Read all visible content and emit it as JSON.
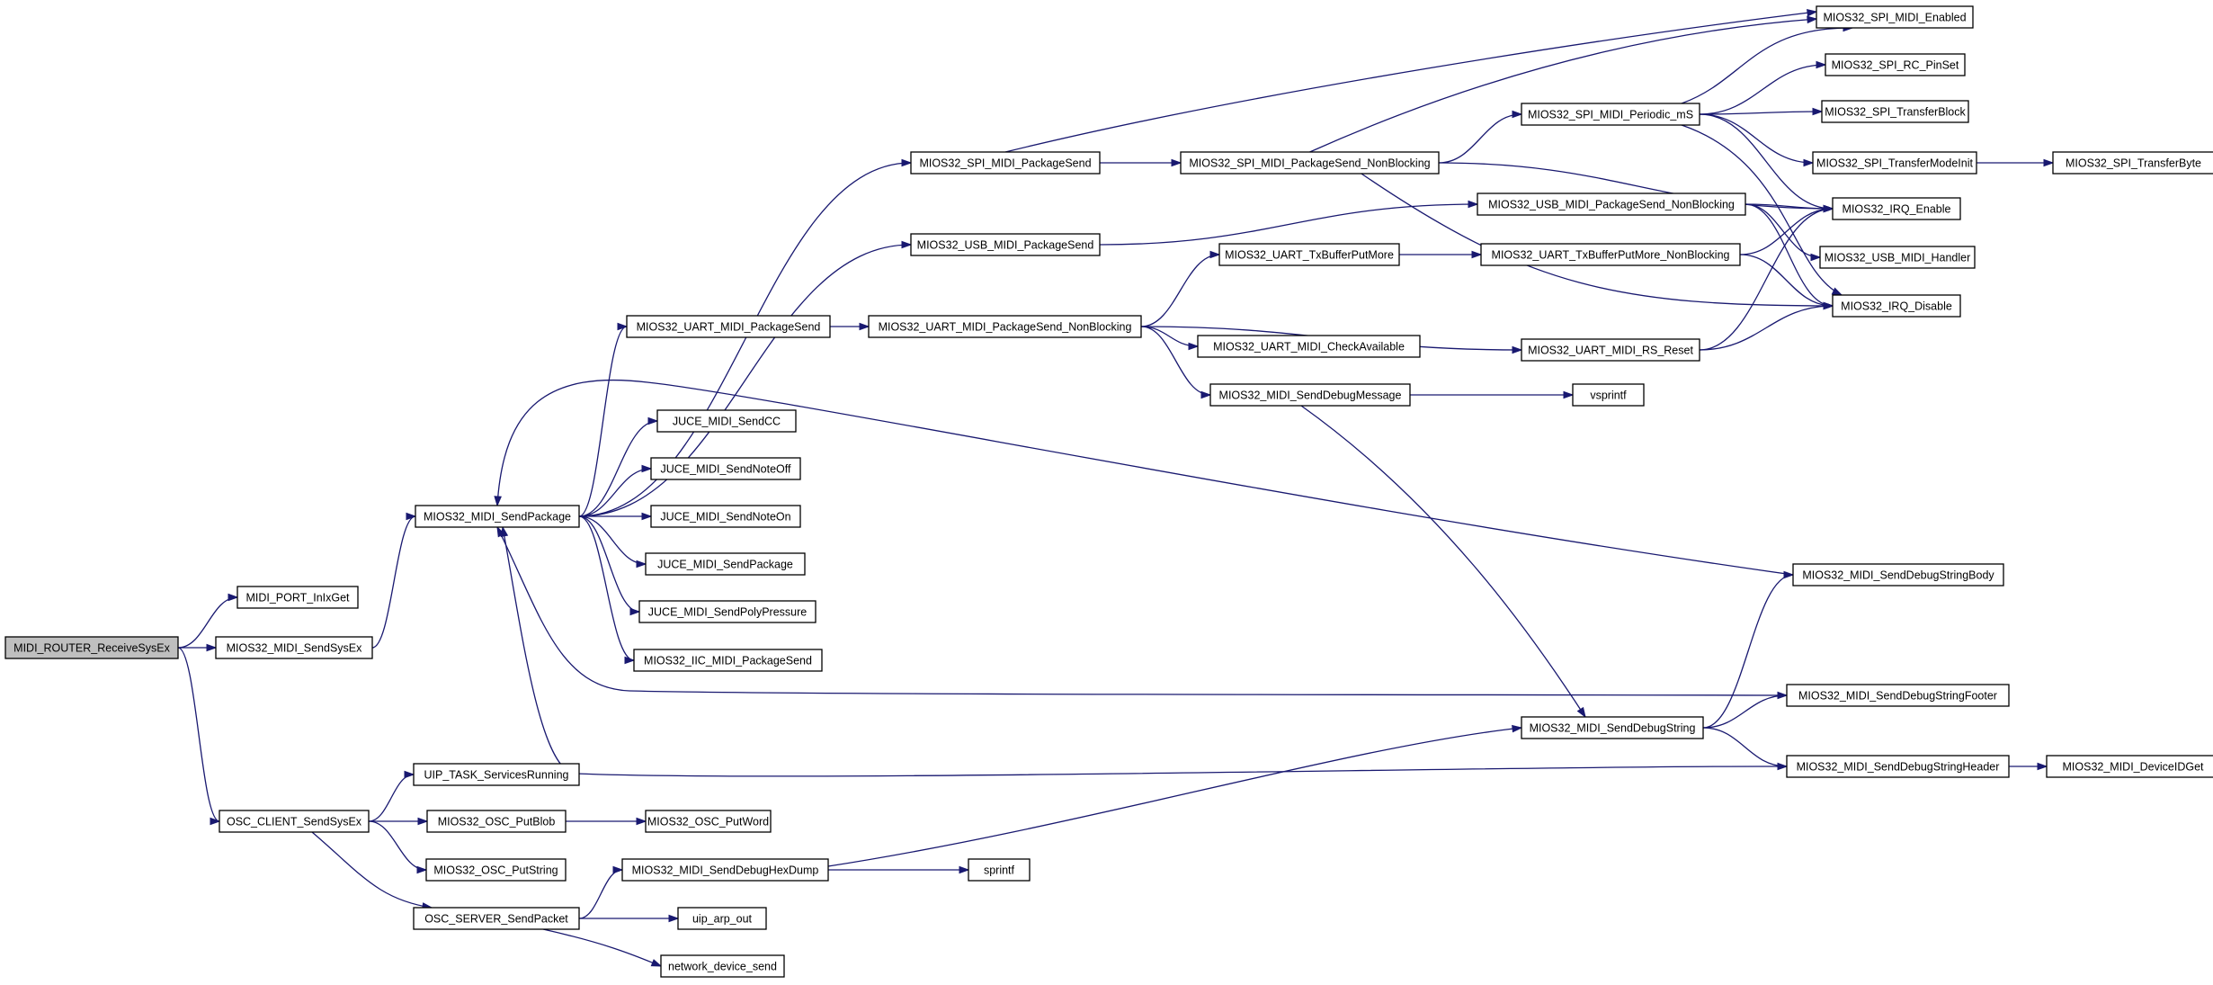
{
  "diagram": {
    "type": "call-graph",
    "colors": {
      "edge": "#191970",
      "root_fill": "#bfbfbf",
      "node_fill": "#ffffff",
      "node_stroke": "#000000"
    },
    "nodes": [
      {
        "id": "root",
        "label": "MIDI_ROUTER_ReceiveSysEx",
        "root": true
      },
      {
        "id": "portinx",
        "label": "MIDI_PORT_InIxGet"
      },
      {
        "id": "sendsysex",
        "label": "MIOS32_MIDI_SendSysEx"
      },
      {
        "id": "oscclient",
        "label": "OSC_CLIENT_SendSysEx"
      },
      {
        "id": "sendpackage",
        "label": "MIOS32_MIDI_SendPackage"
      },
      {
        "id": "spipkg",
        "label": "MIOS32_SPI_MIDI_PackageSend"
      },
      {
        "id": "usbpkg",
        "label": "MIOS32_USB_MIDI_PackageSend"
      },
      {
        "id": "uartpkg",
        "label": "MIOS32_UART_MIDI_PackageSend"
      },
      {
        "id": "jucecc",
        "label": "JUCE_MIDI_SendCC"
      },
      {
        "id": "jucenoteoff",
        "label": "JUCE_MIDI_SendNoteOff"
      },
      {
        "id": "jucenoteon",
        "label": "JUCE_MIDI_SendNoteOn"
      },
      {
        "id": "jucepkg",
        "label": "JUCE_MIDI_SendPackage"
      },
      {
        "id": "jucepoly",
        "label": "JUCE_MIDI_SendPolyPressure"
      },
      {
        "id": "iicpkg",
        "label": "MIOS32_IIC_MIDI_PackageSend"
      },
      {
        "id": "spinb",
        "label": "MIOS32_SPI_MIDI_PackageSend_NonBlocking"
      },
      {
        "id": "uartnb",
        "label": "MIOS32_UART_MIDI_PackageSend_NonBlocking"
      },
      {
        "id": "uarttx",
        "label": "MIOS32_UART_TxBufferPutMore"
      },
      {
        "id": "uartcheck",
        "label": "MIOS32_UART_MIDI_CheckAvailable"
      },
      {
        "id": "senddebugmsg",
        "label": "MIOS32_MIDI_SendDebugMessage"
      },
      {
        "id": "spiperiodic",
        "label": "MIOS32_SPI_MIDI_Periodic_mS"
      },
      {
        "id": "usbnb",
        "label": "MIOS32_USB_MIDI_PackageSend_NonBlocking"
      },
      {
        "id": "uarttxnb",
        "label": "MIOS32_UART_TxBufferPutMore_NonBlocking"
      },
      {
        "id": "uartrs",
        "label": "MIOS32_UART_MIDI_RS_Reset"
      },
      {
        "id": "vsprintf",
        "label": "vsprintf"
      },
      {
        "id": "spienabled",
        "label": "MIOS32_SPI_MIDI_Enabled"
      },
      {
        "id": "spirc",
        "label": "MIOS32_SPI_RC_PinSet"
      },
      {
        "id": "spitb",
        "label": "MIOS32_SPI_TransferBlock"
      },
      {
        "id": "spitmi",
        "label": "MIOS32_SPI_TransferModeInit"
      },
      {
        "id": "spitbyte",
        "label": "MIOS32_SPI_TransferByte"
      },
      {
        "id": "irqen",
        "label": "MIOS32_IRQ_Enable"
      },
      {
        "id": "usbhandler",
        "label": "MIOS32_USB_MIDI_Handler"
      },
      {
        "id": "irqdis",
        "label": "MIOS32_IRQ_Disable"
      },
      {
        "id": "dbgbody",
        "label": "MIOS32_MIDI_SendDebugStringBody"
      },
      {
        "id": "dbgfooter",
        "label": "MIOS32_MIDI_SendDebugStringFooter"
      },
      {
        "id": "dbgstring",
        "label": "MIOS32_MIDI_SendDebugString"
      },
      {
        "id": "dbgheader",
        "label": "MIOS32_MIDI_SendDebugStringHeader"
      },
      {
        "id": "deviceid",
        "label": "MIOS32_MIDI_DeviceIDGet"
      },
      {
        "id": "uiptask",
        "label": "UIP_TASK_ServicesRunning"
      },
      {
        "id": "oscblob",
        "label": "MIOS32_OSC_PutBlob"
      },
      {
        "id": "oscword",
        "label": "MIOS32_OSC_PutWord"
      },
      {
        "id": "oscstring",
        "label": "MIOS32_OSC_PutString"
      },
      {
        "id": "hexdump",
        "label": "MIOS32_MIDI_SendDebugHexDump"
      },
      {
        "id": "sprintf",
        "label": "sprintf"
      },
      {
        "id": "oscserver",
        "label": "OSC_SERVER_SendPacket"
      },
      {
        "id": "uiparp",
        "label": "uip_arp_out"
      },
      {
        "id": "netdev",
        "label": "network_device_send"
      }
    ],
    "edges": [
      [
        "root",
        "portinx"
      ],
      [
        "root",
        "sendsysex"
      ],
      [
        "root",
        "oscclient"
      ],
      [
        "sendsysex",
        "sendpackage"
      ],
      [
        "sendpackage",
        "spipkg"
      ],
      [
        "sendpackage",
        "usbpkg"
      ],
      [
        "sendpackage",
        "uartpkg"
      ],
      [
        "sendpackage",
        "jucecc"
      ],
      [
        "sendpackage",
        "jucenoteoff"
      ],
      [
        "sendpackage",
        "jucenoteon"
      ],
      [
        "sendpackage",
        "jucepkg"
      ],
      [
        "sendpackage",
        "jucepoly"
      ],
      [
        "sendpackage",
        "iicpkg"
      ],
      [
        "spipkg",
        "spinb"
      ],
      [
        "spipkg",
        "spienabled"
      ],
      [
        "spinb",
        "spienabled"
      ],
      [
        "spinb",
        "spiperiodic"
      ],
      [
        "spinb",
        "irqen"
      ],
      [
        "spinb",
        "irqdis"
      ],
      [
        "usbpkg",
        "usbnb"
      ],
      [
        "usbnb",
        "irqen"
      ],
      [
        "usbnb",
        "usbhandler"
      ],
      [
        "usbnb",
        "irqdis"
      ],
      [
        "uartpkg",
        "uartnb"
      ],
      [
        "uartnb",
        "uarttx"
      ],
      [
        "uartnb",
        "uartcheck"
      ],
      [
        "uartnb",
        "senddebugmsg"
      ],
      [
        "uartnb",
        "uartrs"
      ],
      [
        "uarttx",
        "uarttxnb"
      ],
      [
        "uarttxnb",
        "irqen"
      ],
      [
        "uarttxnb",
        "irqdis"
      ],
      [
        "uartrs",
        "irqen"
      ],
      [
        "uartrs",
        "irqdis"
      ],
      [
        "spiperiodic",
        "spienabled"
      ],
      [
        "spiperiodic",
        "spirc"
      ],
      [
        "spiperiodic",
        "spitb"
      ],
      [
        "spiperiodic",
        "spitmi"
      ],
      [
        "spiperiodic",
        "irqen"
      ],
      [
        "spiperiodic",
        "irqdis"
      ],
      [
        "spitmi",
        "spitbyte"
      ],
      [
        "senddebugmsg",
        "vsprintf"
      ],
      [
        "senddebugmsg",
        "dbgstring"
      ],
      [
        "dbgbody",
        "sendpackage"
      ],
      [
        "dbgfooter",
        "sendpackage"
      ],
      [
        "dbgheader",
        "sendpackage"
      ],
      [
        "dbgstring",
        "dbgbody"
      ],
      [
        "dbgstring",
        "dbgfooter"
      ],
      [
        "dbgstring",
        "dbgheader"
      ],
      [
        "dbgheader",
        "deviceid"
      ],
      [
        "oscclient",
        "uiptask"
      ],
      [
        "oscclient",
        "oscblob"
      ],
      [
        "oscclient",
        "oscstring"
      ],
      [
        "oscclient",
        "oscserver"
      ],
      [
        "oscblob",
        "oscword"
      ],
      [
        "oscserver",
        "hexdump"
      ],
      [
        "oscserver",
        "uiparp"
      ],
      [
        "oscserver",
        "netdev"
      ],
      [
        "hexdump",
        "dbgstring"
      ],
      [
        "hexdump",
        "sprintf"
      ]
    ]
  }
}
